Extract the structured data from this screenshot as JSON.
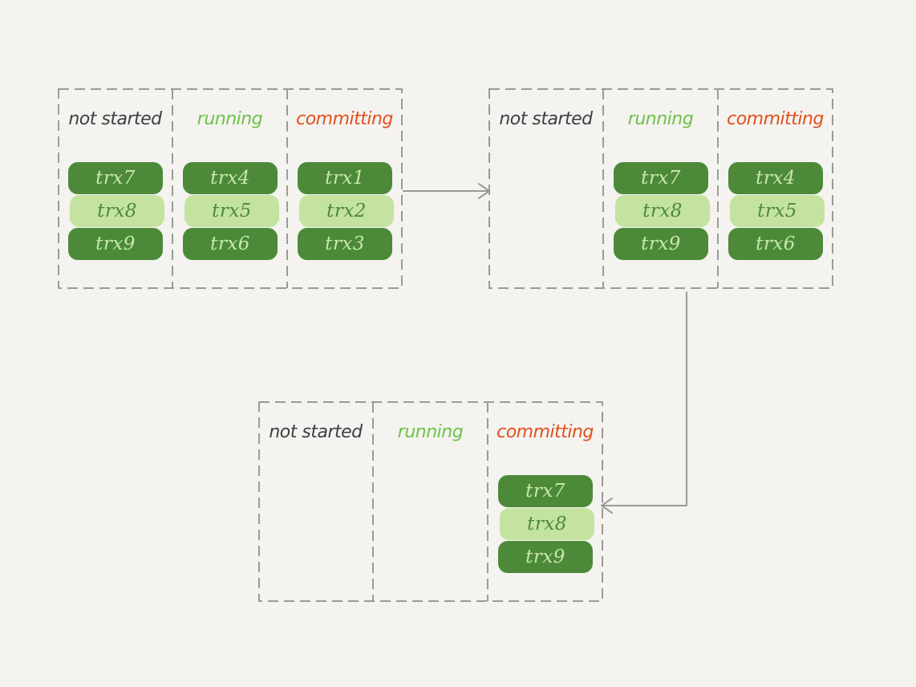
{
  "colors": {
    "background": "#f4f3ef",
    "dash": "#9a9a9a",
    "not_started": "#3a3f44",
    "running": "#6cc24a",
    "committing": "#e0501e",
    "trx_dark": "#4c8a3a",
    "trx_light": "#c4e3a0"
  },
  "panels": [
    {
      "id": "panel-1",
      "columns": [
        {
          "label": "not started",
          "items": [
            "trx7",
            "trx8",
            "trx9"
          ]
        },
        {
          "label": "running",
          "items": [
            "trx4",
            "trx5",
            "trx6"
          ]
        },
        {
          "label": "committing",
          "items": [
            "trx1",
            "trx2",
            "trx3"
          ]
        }
      ]
    },
    {
      "id": "panel-2",
      "columns": [
        {
          "label": "not started",
          "items": []
        },
        {
          "label": "running",
          "items": [
            "trx7",
            "trx8",
            "trx9"
          ]
        },
        {
          "label": "committing",
          "items": [
            "trx4",
            "trx5",
            "trx6"
          ]
        }
      ]
    },
    {
      "id": "panel-3",
      "columns": [
        {
          "label": "not started",
          "items": []
        },
        {
          "label": "running",
          "items": []
        },
        {
          "label": "committing",
          "items": [
            "trx7",
            "trx8",
            "trx9"
          ]
        }
      ]
    }
  ]
}
